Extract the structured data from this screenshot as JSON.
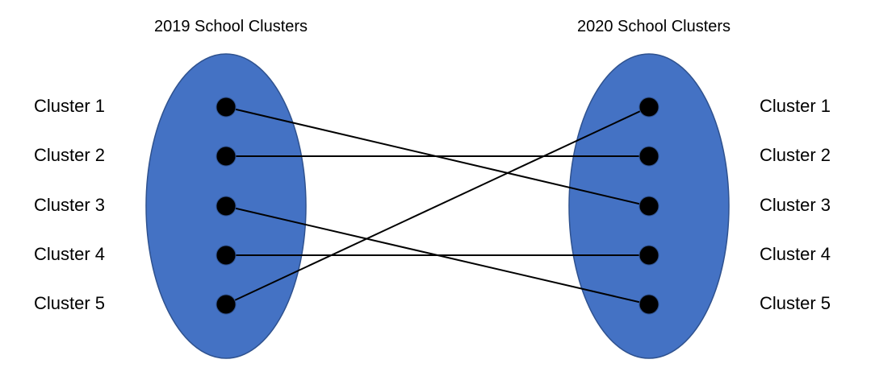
{
  "titles": {
    "left": "2019 School Clusters",
    "right": "2020 School Clusters"
  },
  "left_labels": [
    "Cluster 1",
    "Cluster 2",
    "Cluster 3",
    "Cluster 4",
    "Cluster 5"
  ],
  "right_labels": [
    "Cluster 1",
    "Cluster 2",
    "Cluster 3",
    "Cluster 4",
    "Cluster 5"
  ],
  "mappings": [
    {
      "from": "Cluster 1",
      "to": "Cluster 3"
    },
    {
      "from": "Cluster 2",
      "to": "Cluster 2"
    },
    {
      "from": "Cluster 3",
      "to": "Cluster 5"
    },
    {
      "from": "Cluster 4",
      "to": "Cluster 4"
    },
    {
      "from": "Cluster 5",
      "to": "Cluster 1"
    }
  ],
  "colors": {
    "ellipse_fill": "#4472C4",
    "ellipse_stroke": "#2F528F",
    "node_fill": "#000000",
    "edge": "#000000"
  }
}
